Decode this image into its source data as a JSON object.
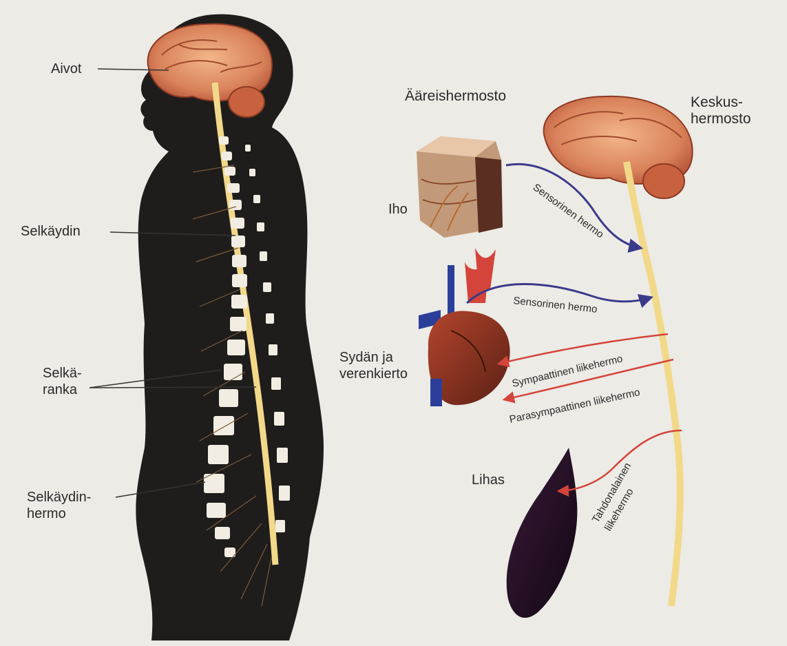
{
  "left_figure": {
    "labels": {
      "brain": "Aivot",
      "spinal_cord": "Selkäydin",
      "spine": "Selkä-\nranka",
      "spinal_nerve": "Selkäydin-\nhermo"
    }
  },
  "right_figure": {
    "peripheral_title": "Ääreishermosto",
    "central_title": "Keskus-\nhermosto",
    "skin": "Iho",
    "heart": "Sydän ja\nverenkierto",
    "muscle": "Lihas",
    "nerves": {
      "sensory_skin": "Sensorinen hermo",
      "sensory_heart": "Sensorinen hermo",
      "sympathetic": "Sympaattinen liikehermo",
      "parasympathetic": "Parasympaattinen liikehermo",
      "voluntary_line1": "Tahdonalainen",
      "voluntary_line2": "liikehermo"
    }
  },
  "colors": {
    "sensory_nerve": "#3b3a8a",
    "motor_nerve": "#d5443a",
    "spinal_cord": "#f2d98a",
    "body_silhouette": "#1f1d1c",
    "brain": "#d9825a",
    "vertebra": "#f1ede2"
  }
}
